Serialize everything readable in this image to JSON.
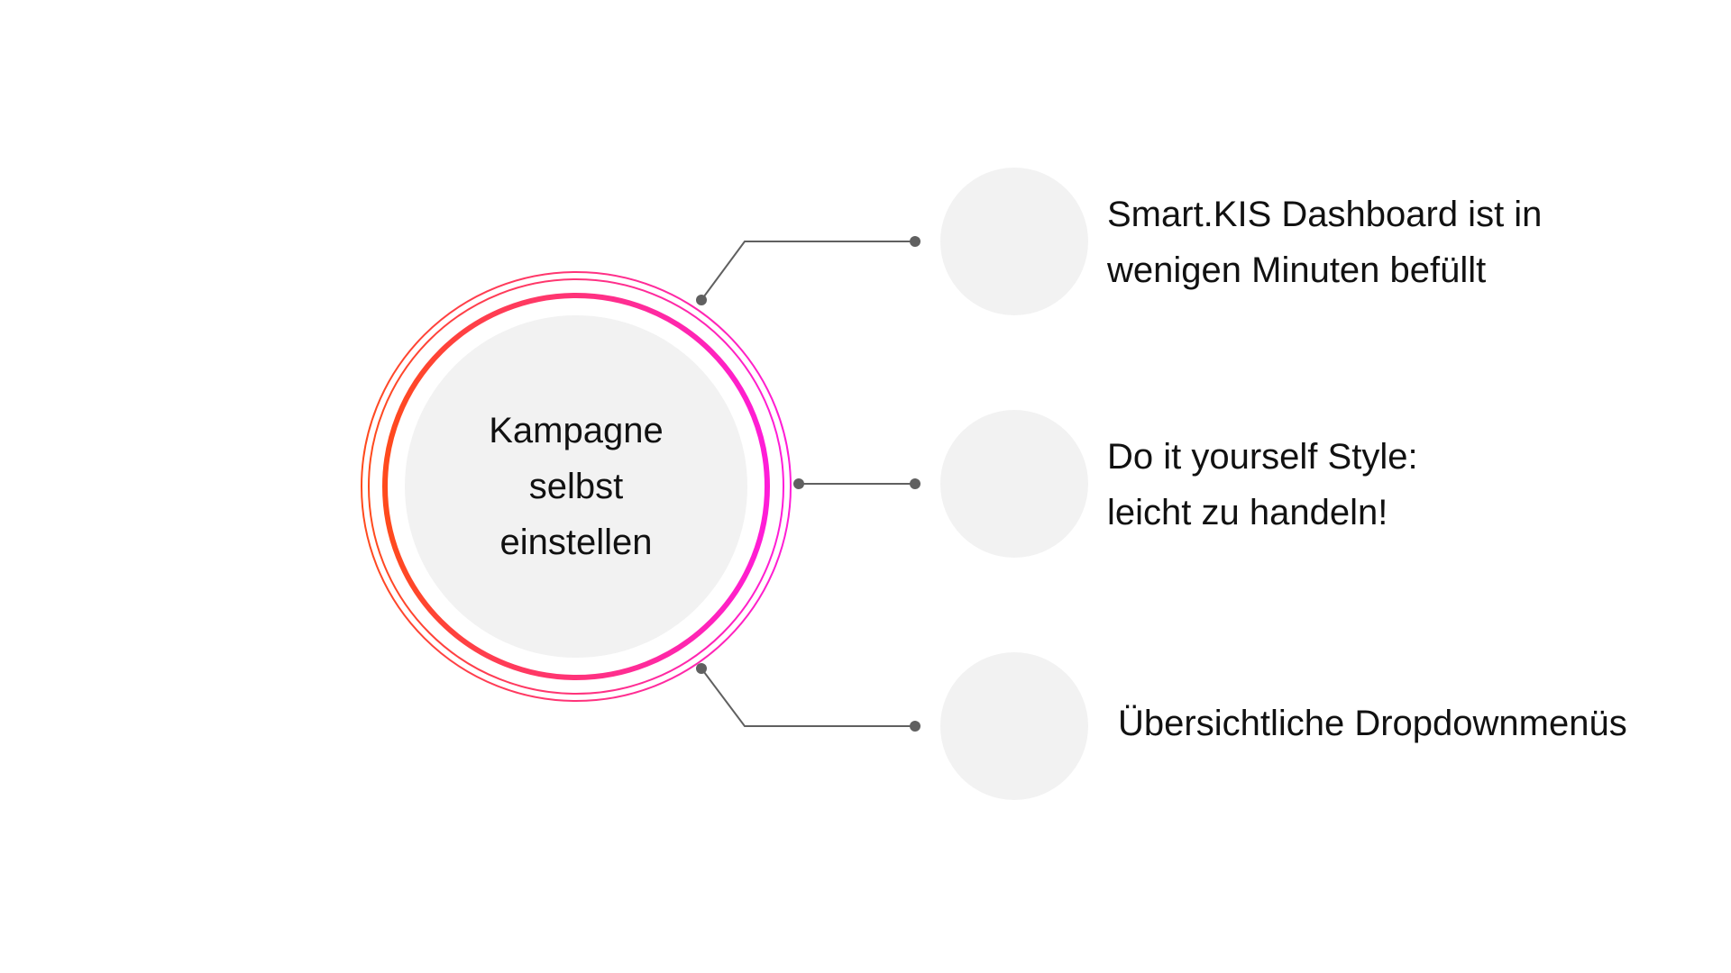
{
  "colors": {
    "background": "#ffffff",
    "node_fill": "#f2f2f2",
    "connector": "#606060",
    "ring_gradient_start": "#ff4a1c",
    "ring_gradient_end": "#ff1cd8",
    "text": "#111111"
  },
  "center": {
    "label": "Kampagne\nselbst\neinstellen"
  },
  "items": [
    {
      "text": "Smart.KIS Dashboard ist in\nwenigen Minuten befüllt"
    },
    {
      "text": "Do it yourself Style:\nleicht zu handeln!"
    },
    {
      "text": "Übersichtliche Dropdownmenüs"
    }
  ]
}
